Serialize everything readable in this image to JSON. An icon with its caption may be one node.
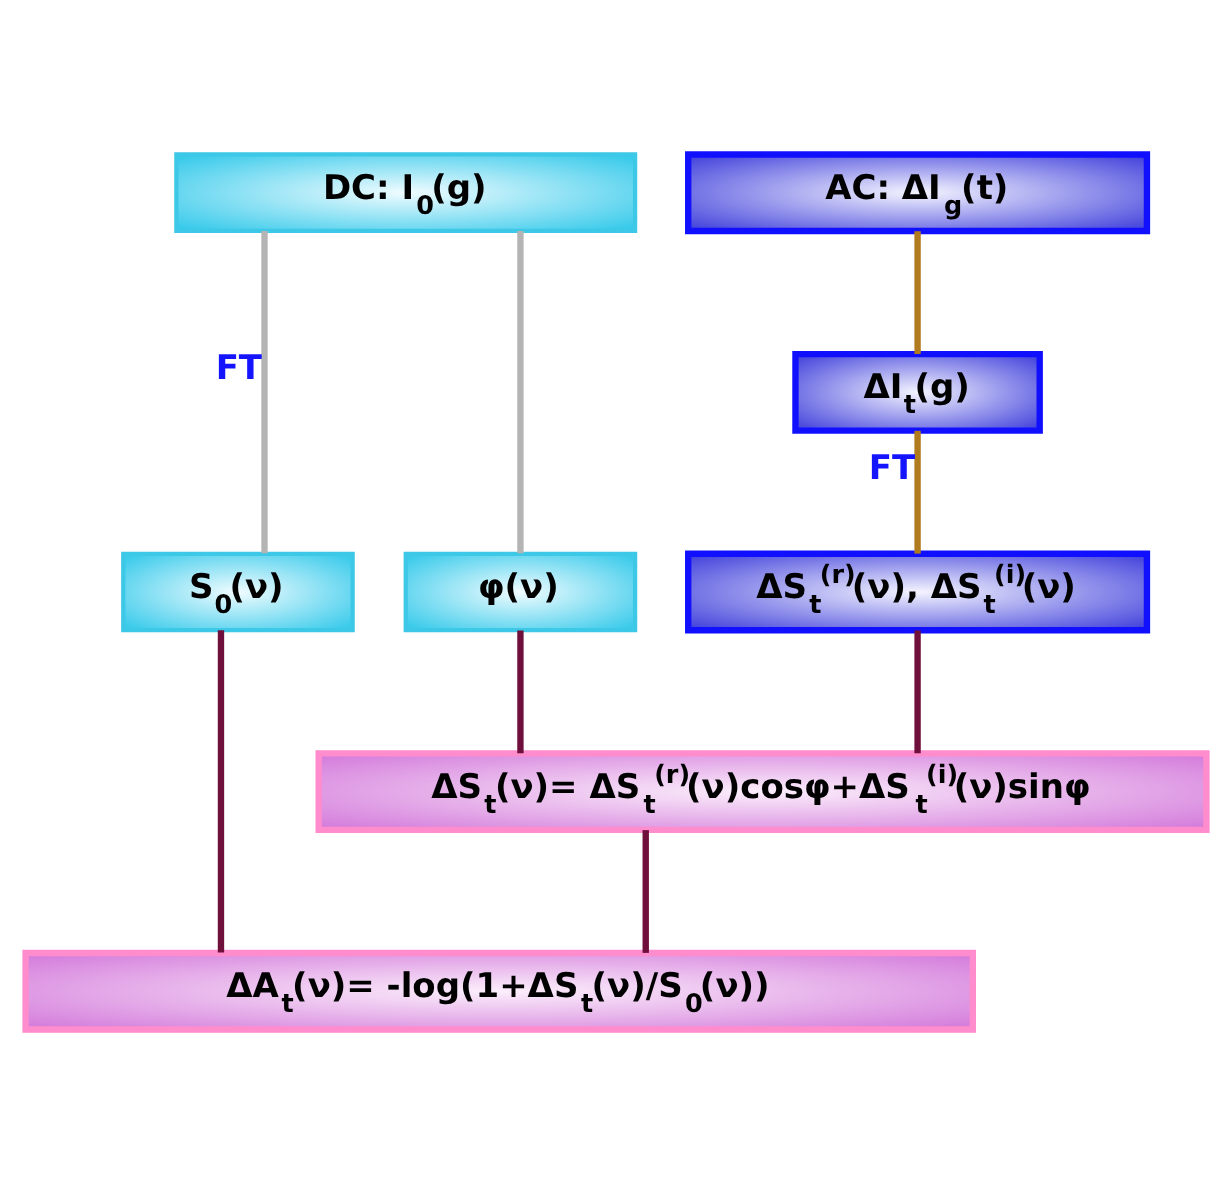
{
  "diagram": {
    "nodes": [
      {
        "text": [
          "DC: I$_{0}$(g)"
        ]
      },
      {
        "text": [
          "AC: ΔI$_{g}$(t)"
        ]
      },
      {
        "text": [
          "ΔI$_{t}$(g)"
        ]
      },
      {
        "text": [
          "S$_{0}$(ν)"
        ]
      },
      {
        "text": [
          "φ(ν)"
        ]
      },
      {
        "text": [
          "ΔS$_{t}$$^{(r)}$(ν), ΔS$_{t}$$^{(i)}$(ν)"
        ]
      },
      {
        "text": [
          "ΔS$_{t}$(ν)= ΔS$_{t}$$^{(r)}$(ν)cosφ+ΔS$_{t}$$^{(i)}$(ν)sinφ"
        ]
      },
      {
        "text": [
          "ΔA$_{t}$(ν)= -log(1+ΔS$_{t}$(ν)/S$_{0}$(ν))"
        ]
      }
    ],
    "edges": [
      {
        "from": 0,
        "to": 3,
        "arrow": "none",
        "label": "FT",
        "color": "#b4b4b4"
      },
      {
        "from": 0,
        "to": 4,
        "arrow": "none",
        "color": "#b4b4b4"
      },
      {
        "from": 1,
        "to": 2,
        "arrow": "none",
        "color": "#b07a1e"
      },
      {
        "from": 2,
        "to": 5,
        "arrow": "none",
        "label": "FT",
        "color": "#b07a1e"
      },
      {
        "from": 4,
        "to": 6,
        "arrow": "none"
      },
      {
        "from": 5,
        "to": 6,
        "arrow": "none"
      },
      {
        "from": 3,
        "to": 7,
        "arrow": "none"
      },
      {
        "from": 6,
        "to": 7,
        "arrow": "none"
      }
    ]
  }
}
